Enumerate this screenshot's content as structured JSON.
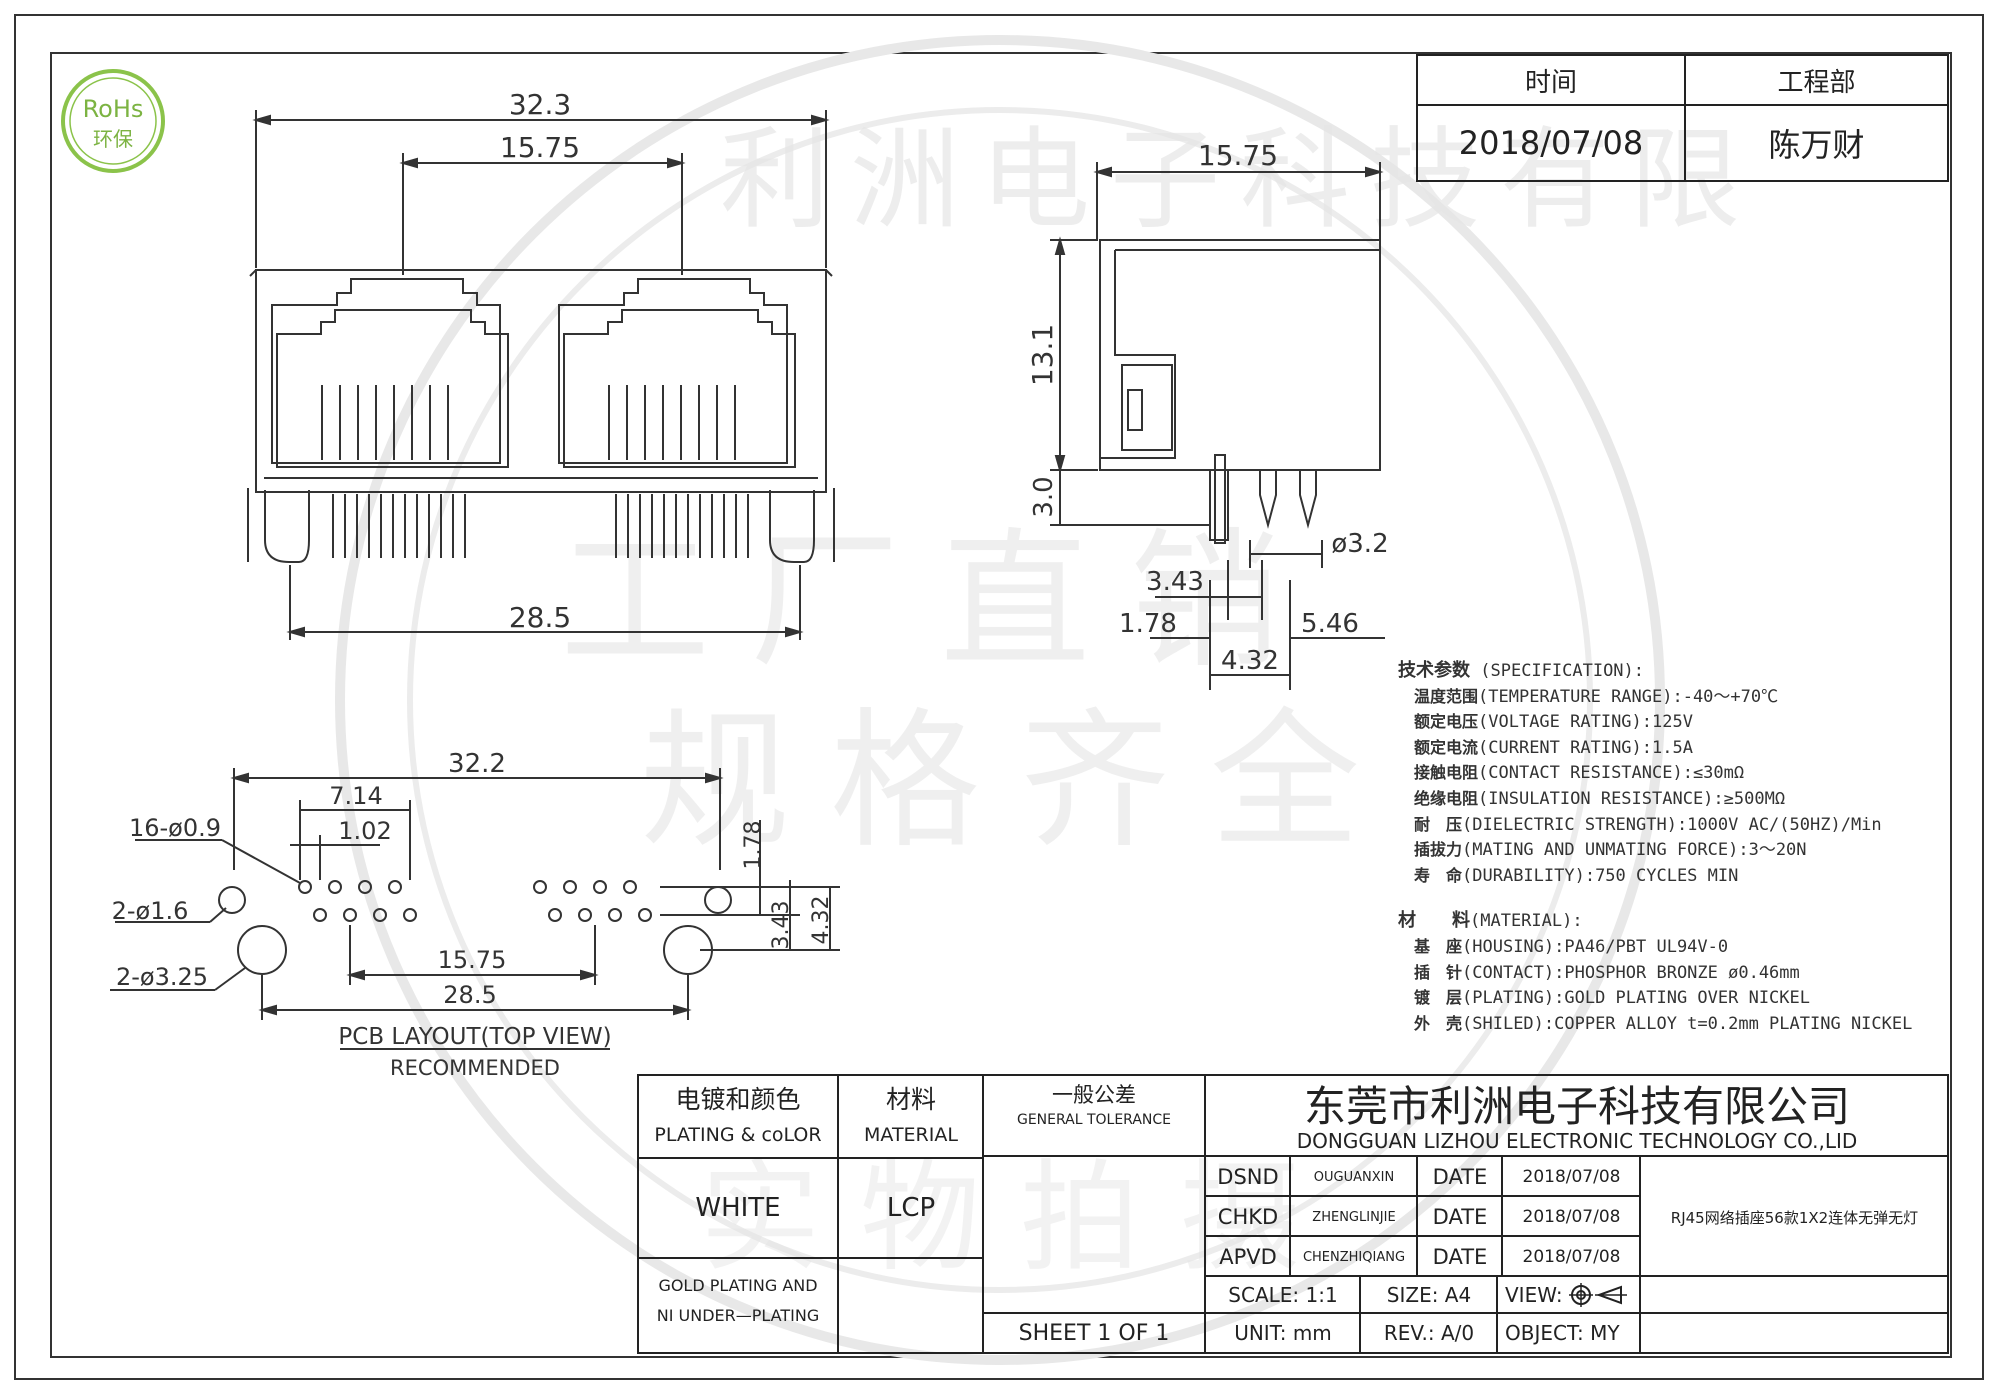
{
  "rohs": {
    "line1": "RoHs",
    "line2": "环保"
  },
  "header": {
    "time_label": "时间",
    "dept_label": "工程部",
    "date": "2018/07/08",
    "person": "陈万财"
  },
  "front_view": {
    "dim_total_width": "32.3",
    "dim_port_pitch": "15.75",
    "dim_peg_spacing": "28.5"
  },
  "side_view": {
    "dim_depth": "15.75",
    "dim_height": "13.1",
    "dim_below_board": "3.0",
    "dim_peg_dia": "ø3.2",
    "dim_343": "3.43",
    "dim_178": "1.78",
    "dim_546": "5.46",
    "dim_432": "4.32"
  },
  "pcb_layout": {
    "dim_total": "32.2",
    "dim_714": "7.14",
    "dim_102": "1.02",
    "dim_holes": "16-ø0.9",
    "dim_small_peg": "2-ø1.6",
    "dim_large_peg": "2-ø3.25",
    "dim_1575": "15.75",
    "dim_285": "28.5",
    "dim_178": "1.78",
    "dim_343": "3.43",
    "dim_432": "4.32",
    "title": "PCB LAYOUT(TOP VIEW)",
    "subtitle": "RECOMMENDED"
  },
  "specification": {
    "heading": "技术参数",
    "heading_en": "(SPECIFICATION):",
    "items": [
      {
        "key": "温度范围",
        "value": "(TEMPERATURE RANGE):-40～+70℃"
      },
      {
        "key": "额定电压",
        "value": "(VOLTAGE RATING):125V"
      },
      {
        "key": "额定电流",
        "value": "(CURRENT RATING):1.5A"
      },
      {
        "key": "接触电阻",
        "value": "(CONTACT RESISTANCE):≤30mΩ"
      },
      {
        "key": "绝缘电阻",
        "value": "(INSULATION RESISTANCE):≥500MΩ"
      },
      {
        "key": "耐　压",
        "value": "(DIELECTRIC STRENGTH):1000V AC/(50HZ)/Min"
      },
      {
        "key": "插拔力",
        "value": "(MATING AND UNMATING FORCE):3～20N"
      },
      {
        "key": "寿　命",
        "value": "(DURABILITY):750 CYCLES MIN"
      }
    ],
    "material_heading": "材　　料",
    "material_heading_en": "(MATERIAL):",
    "materials": [
      {
        "key": "基　座",
        "value": "(HOUSING):PA46/PBT UL94V-0"
      },
      {
        "key": "插　针",
        "value": "(CONTACT):PHOSPHOR BRONZE ø0.46mm"
      },
      {
        "key": "镀　层",
        "value": "(PLATING):GOLD PLATING OVER NICKEL"
      },
      {
        "key": "外　壳",
        "value": "(SHILED):COPPER ALLOY t=0.2mm PLATING NICKEL"
      }
    ]
  },
  "title_block": {
    "plating_label_cn": "电镀和颜色",
    "plating_label_en": "PLATING & coLOR",
    "material_label_cn": "材料",
    "material_label_en": "MATERIAL",
    "tolerance_label_cn": "一般公差",
    "tolerance_label_en": "GENERAL TOLERANCE",
    "company_cn": "东莞市利洲电子科技有限公司",
    "company_en": "DONGGUAN LIZHOU ELECTRONIC TECHNOLOGY CO.,LID",
    "color_value": "WHITE",
    "material_value": "LCP",
    "plating_value_1": "GOLD PLATING AND",
    "plating_value_2": "NI UNDER—PLATING",
    "sheet": "SHEET 1 OF 1",
    "rows": [
      {
        "role": "DSND",
        "name": "OUGUANXIN",
        "date_label": "DATE",
        "date": "2018/07/08"
      },
      {
        "role": "CHKD",
        "name": "ZHENGLINJIE",
        "date_label": "DATE",
        "date": "2018/07/08"
      },
      {
        "role": "APVD",
        "name": "CHENZHIQIANG",
        "date_label": "DATE",
        "date": "2018/07/08"
      }
    ],
    "part_name": "RJ45网络插座56款1X2连体无弹无灯",
    "scale": "SCALE:  1:1",
    "size": "SIZE:  A4",
    "view": "VIEW:",
    "unit": "UNIT:  mm",
    "rev": "REV.:  A/0",
    "object": "OBJECT:  MY"
  },
  "watermarks": [
    "利洲电子科技有限",
    "工厂直销",
    "规格齐全",
    "实物拍摄"
  ]
}
